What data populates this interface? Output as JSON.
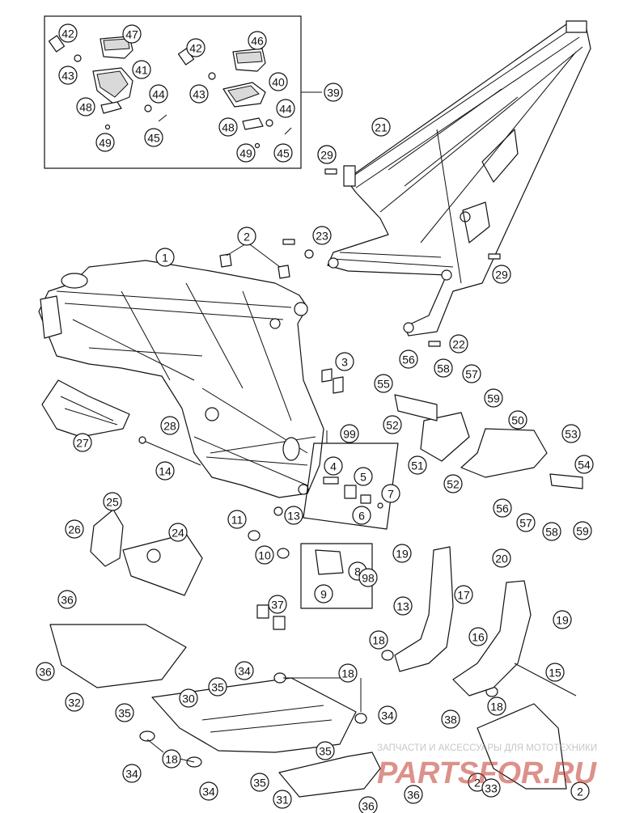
{
  "diagram": {
    "callouts": [
      "1",
      "2",
      "2",
      "2",
      "3",
      "4",
      "5",
      "6",
      "7",
      "8",
      "9",
      "10",
      "11",
      "13",
      "13",
      "14",
      "15",
      "16",
      "17",
      "18",
      "18",
      "18",
      "18",
      "19",
      "19",
      "20",
      "21",
      "22",
      "22",
      "23",
      "24",
      "25",
      "26",
      "27",
      "28",
      "29",
      "29",
      "30",
      "31",
      "32",
      "33",
      "34",
      "34",
      "34",
      "34",
      "35",
      "35",
      "35",
      "35",
      "36",
      "36",
      "36",
      "36",
      "37",
      "38",
      "39",
      "40",
      "41",
      "42",
      "42",
      "43",
      "43",
      "44",
      "44",
      "45",
      "45",
      "46",
      "47",
      "48",
      "48",
      "49",
      "49",
      "50",
      "51",
      "52",
      "52",
      "53",
      "54",
      "55",
      "56",
      "56",
      "57",
      "57",
      "58",
      "58",
      "59",
      "59",
      "98",
      "99"
    ]
  },
  "watermark": {
    "line1": "ЗАПЧАСТИ И АКСЕССУАРЫ ДЛЯ МОТОТЕХНИКИ",
    "logo_text": "PARTSFOR.RU"
  },
  "colors": {
    "ink": "#111111",
    "watermark": "#c0392b"
  }
}
